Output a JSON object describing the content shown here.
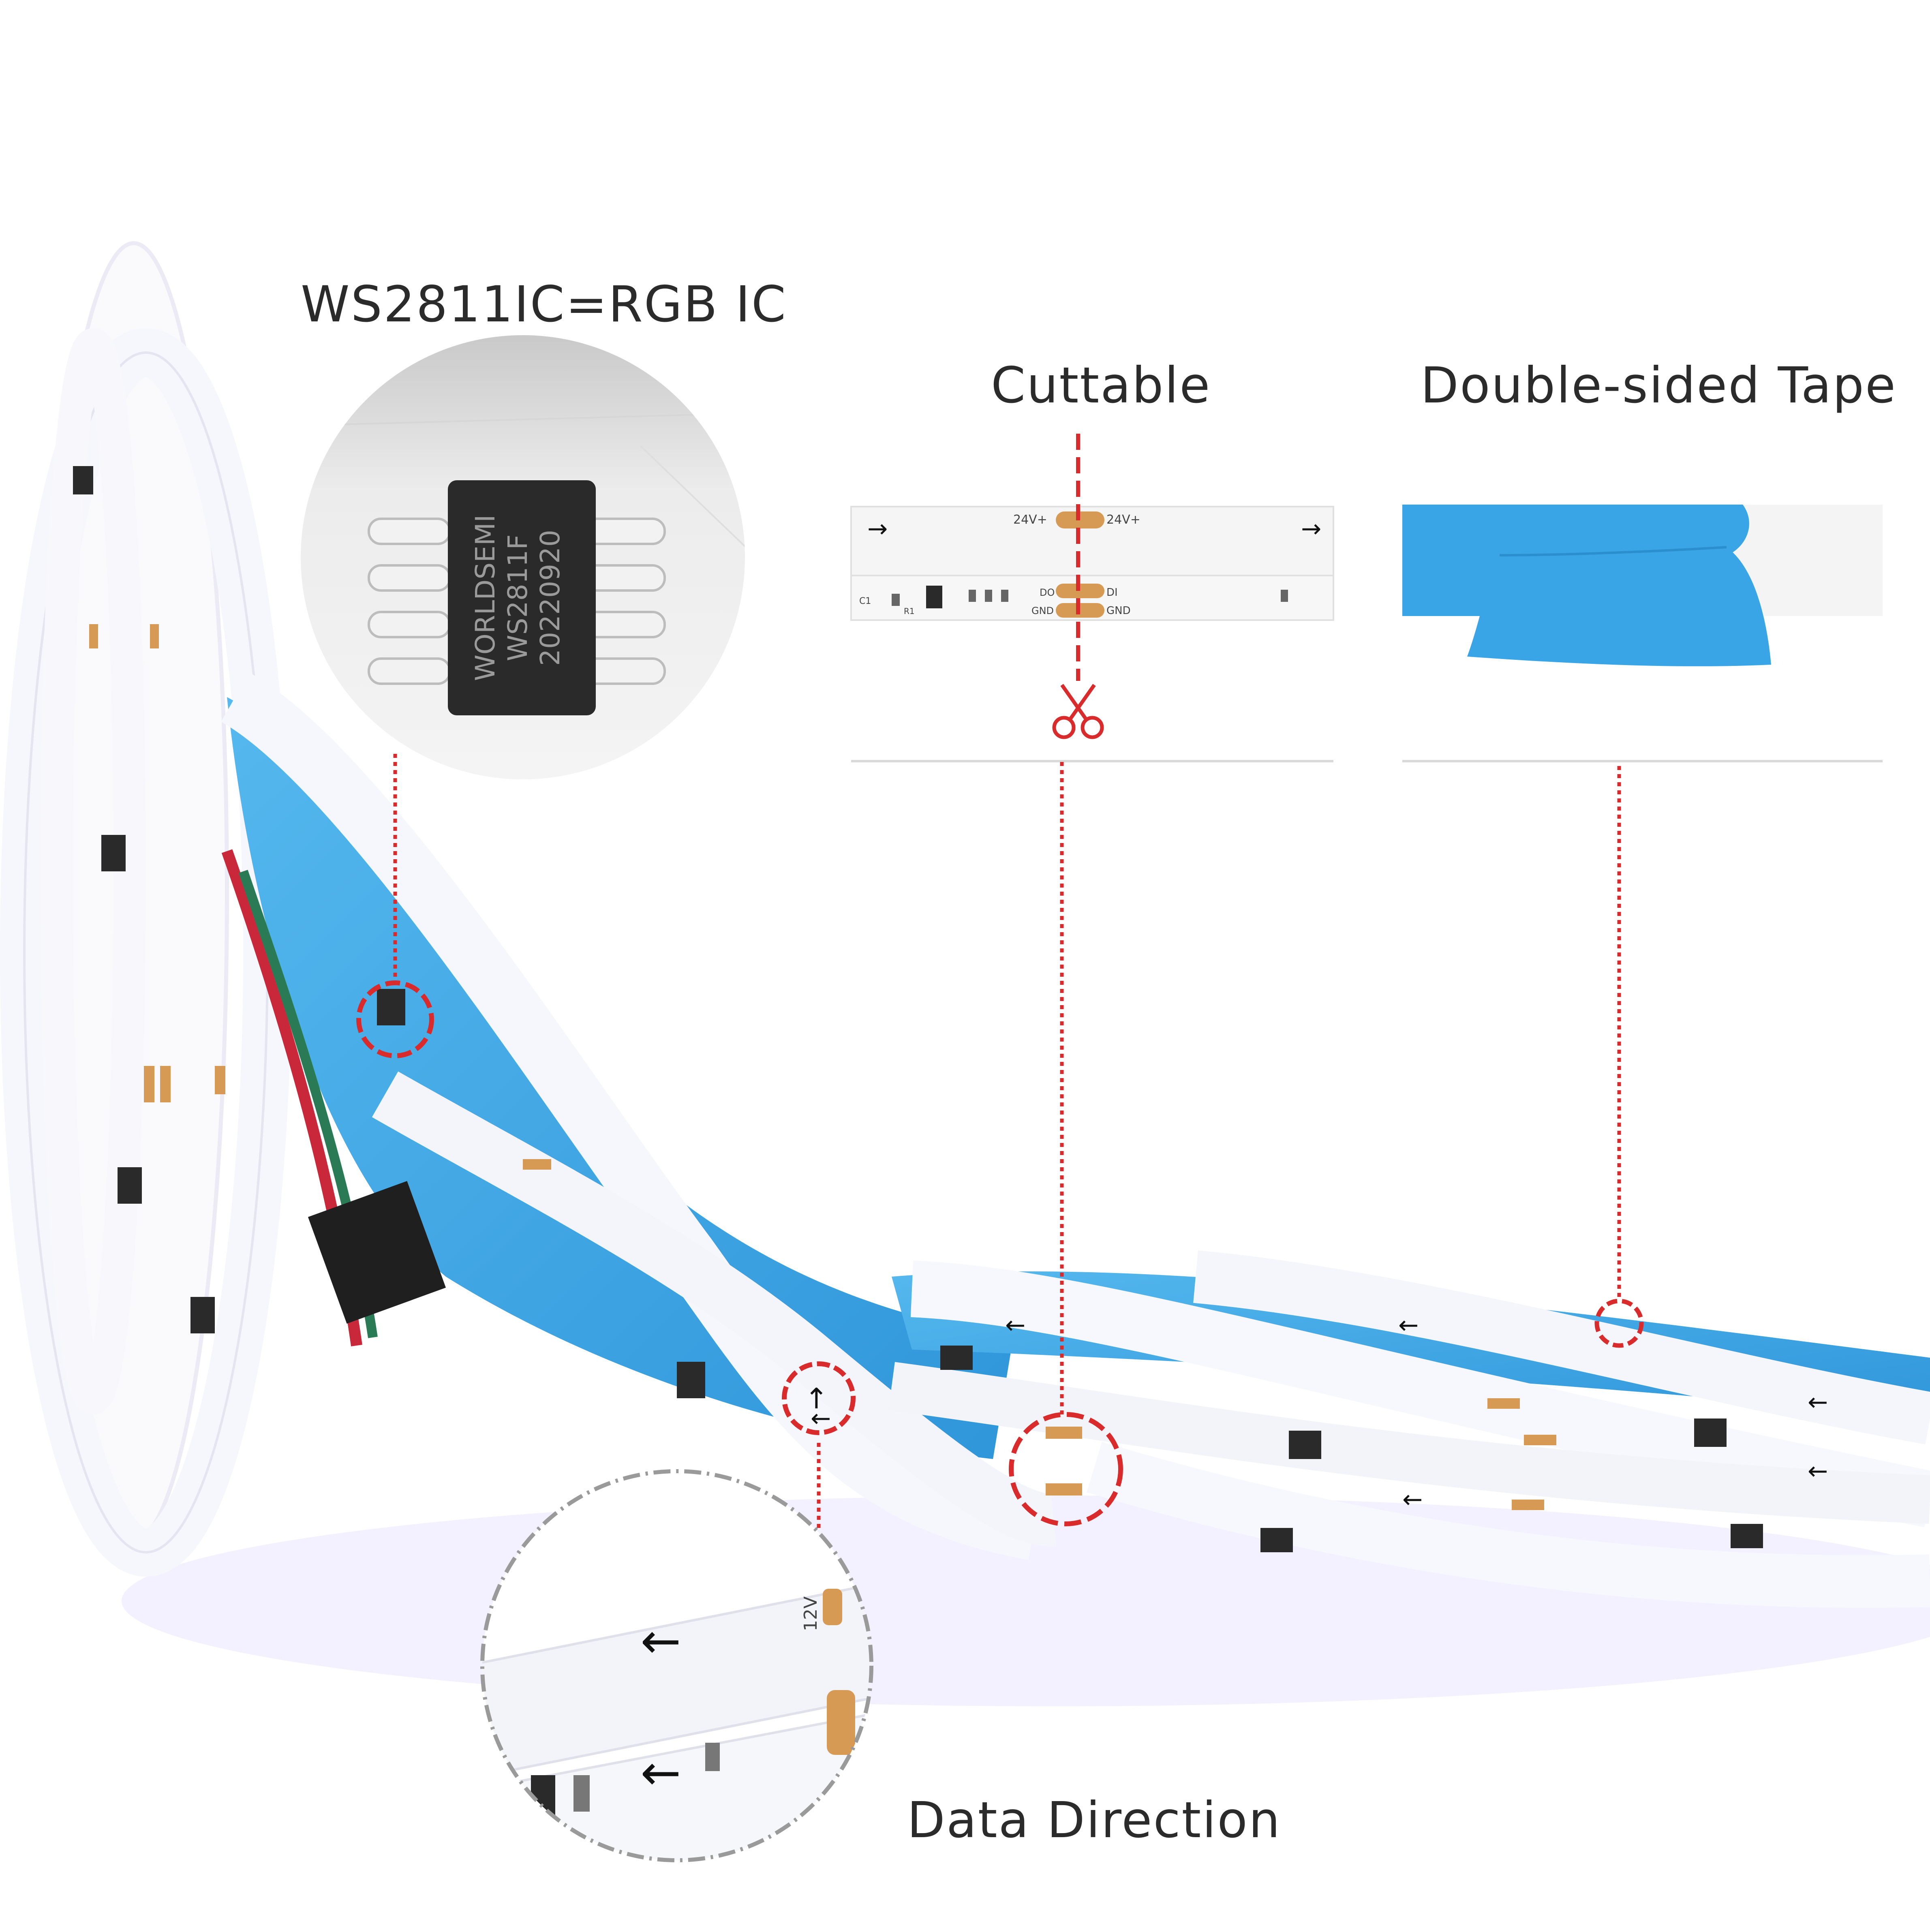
{
  "labels": {
    "ic": "WS2811IC=RGB IC",
    "cuttable": "Cuttable",
    "tape": "Double-sided Tape",
    "direction": "Data Direction"
  },
  "chip": {
    "line1": "WORLDSEMI",
    "line2": "WS2811F",
    "line3": "20220920"
  },
  "strip_markings": {
    "voltage_left": "24V+",
    "voltage_right": "24V+",
    "pad_di": "DI",
    "pad_do": "DO",
    "pad_gnd": "GND",
    "pad_gnd2": "GND",
    "pad_12v": "12V",
    "cap": "C1",
    "res": "R1"
  },
  "colors": {
    "tape_blue": "#3aa5e6",
    "callout_red": "#d92b2b",
    "pad_copper": "#d79a55",
    "chip_black": "#2a2a2a",
    "strip_white": "#f5f6fb"
  }
}
